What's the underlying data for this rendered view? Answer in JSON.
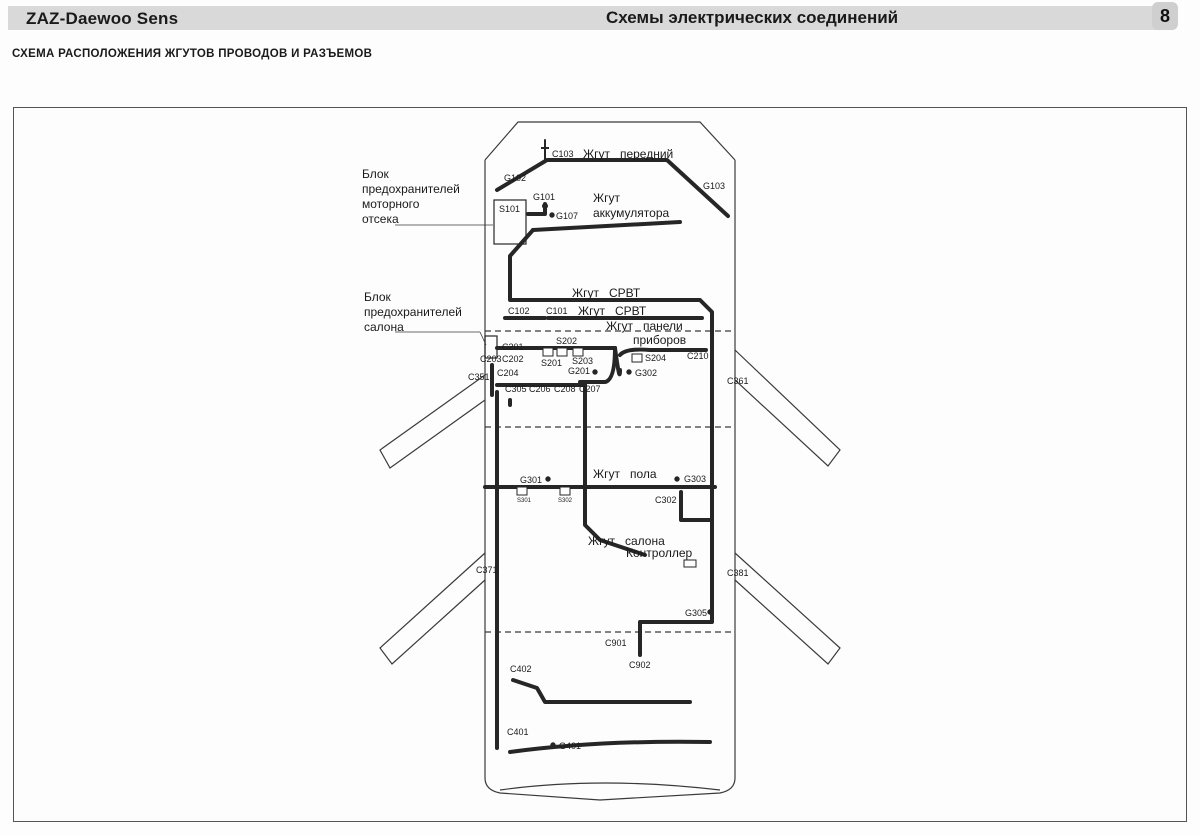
{
  "header": {
    "brand": "ZAZ-Daewoo  Sens",
    "section_title": "Схемы электрических соединений",
    "page_number": "8"
  },
  "page_title": "СХЕМА РАСПОЛОЖЕНИЯ ЖГУТОВ ПРОВОДОВ И РАЗЪЕМОВ",
  "callouts": {
    "engine_fuse_block": [
      "Блок",
      "предохранителей",
      "моторного",
      "отсека"
    ],
    "cabin_fuse_block": [
      "Блок",
      "предохранителей",
      "салона"
    ]
  },
  "harness_labels": {
    "front": "Жгут   передний",
    "battery": [
      "Жгут",
      "аккумулятора"
    ],
    "srvt_upper": "Жгут   СРВТ",
    "srvt_lower": "Жгут   СРВТ",
    "instrument_panel": [
      "Жгут   панели",
      "приборов"
    ],
    "floor": "Жгут   пола",
    "cabin": [
      "Жгут   салона",
      "Контроллер"
    ]
  },
  "connectors": {
    "C103": "C103",
    "G102": "G102",
    "G103": "G103",
    "G101": "G101",
    "S101": "S101",
    "G107": "G107",
    "C102": "C102",
    "C101": "C101",
    "C201": "C201",
    "C202": "C202",
    "C203": "C203",
    "C204": "C204",
    "S202": "S202",
    "S201": "S201",
    "S203": "S203",
    "S204": "S204",
    "C210": "C210",
    "G201": "G201",
    "G302": "G302",
    "C351": "C351",
    "C305": "C305",
    "C206": "C206",
    "C208": "C208",
    "C207": "C207",
    "C361": "C361",
    "G301": "G301",
    "G303": "G303",
    "S301": "S301",
    "S302": "S302",
    "C302": "C302",
    "C371": "C371",
    "C381": "C381",
    "G305": "G305",
    "C901": "C901",
    "C902": "C902",
    "C402": "C402",
    "C401": "C401",
    "G401": "G401"
  },
  "colors": {
    "harness": "#262626",
    "outline": "#3a3a3a",
    "header_band": "#d9d9d9"
  }
}
